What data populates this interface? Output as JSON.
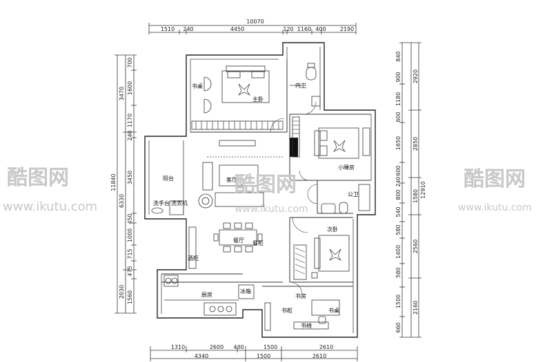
{
  "top_total": "10070",
  "top_dims": [
    "1510",
    "240",
    "4450",
    "120",
    "1160",
    "400",
    "2190"
  ],
  "bottom_row1": [
    "1310",
    "2600",
    "430",
    "1500",
    "2610"
  ],
  "bottom_row2": [
    "4340",
    "1500",
    "2610"
  ],
  "left_total": "11840",
  "left_inner": [
    "700",
    "1600",
    "1170",
    "240",
    "3450",
    "450",
    "1000",
    "715",
    "475",
    "1560"
  ],
  "left_mid": [
    "3470",
    "6330",
    "2030"
  ],
  "right_total": "12910",
  "right_inner": [
    "840",
    "900",
    "1180",
    "600",
    "1650",
    "600",
    "240",
    "800",
    "540",
    "580",
    "1400",
    "580",
    "1500",
    "660"
  ],
  "right_mid": [
    "2920",
    "2850",
    "1580",
    "2560",
    "2160"
  ],
  "rooms": {
    "master": "主卧",
    "bookcase": "书桌",
    "inner_bath": "内卫",
    "small_bed": "小睡房",
    "balcony": "阳台",
    "washbasin": "洗手台",
    "laundry": "洗衣机",
    "living": "客厅",
    "public_bath": "公卫",
    "second_bed": "次卧",
    "dining": "餐厅",
    "sideboard": "餐柜",
    "wine": "酒柜",
    "kitchen": "厨房",
    "fridge": "冰箱",
    "study": "书房",
    "study_desk": "书桌",
    "study_shelf": "书柜",
    "study_chair": "书椅"
  },
  "watermark": {
    "brand": "酷图网",
    "url": "www.ikutu.com"
  }
}
